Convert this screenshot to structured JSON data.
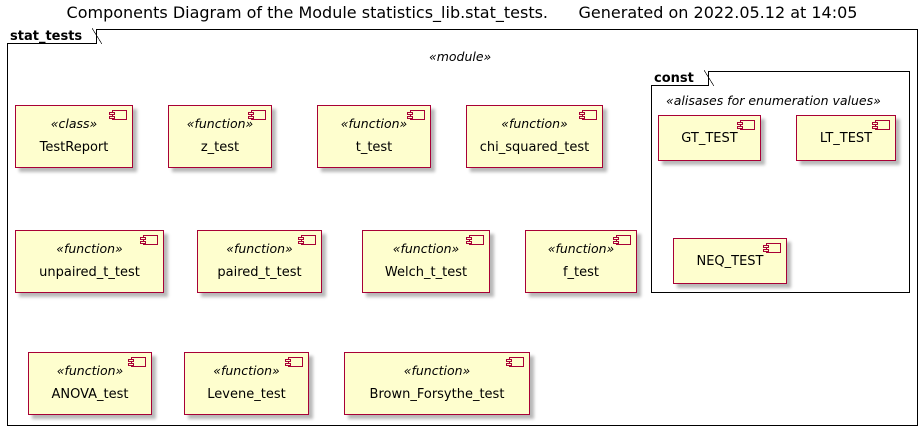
{
  "diagram": {
    "title": "Components Diagram of the Module statistics_lib.stat_tests.      Generated on 2022.05.12 at 14:05",
    "module": {
      "name": "stat_tests",
      "stereotype": "«module»",
      "components": [
        {
          "stereotype": "«class»",
          "name": "TestReport"
        },
        {
          "stereotype": "«function»",
          "name": "z_test"
        },
        {
          "stereotype": "«function»",
          "name": "t_test"
        },
        {
          "stereotype": "«function»",
          "name": "chi_squared_test"
        },
        {
          "stereotype": "«function»",
          "name": "unpaired_t_test"
        },
        {
          "stereotype": "«function»",
          "name": "paired_t_test"
        },
        {
          "stereotype": "«function»",
          "name": "Welch_t_test"
        },
        {
          "stereotype": "«function»",
          "name": "f_test"
        },
        {
          "stereotype": "«function»",
          "name": "ANOVA_test"
        },
        {
          "stereotype": "«function»",
          "name": "Levene_test"
        },
        {
          "stereotype": "«function»",
          "name": "Brown_Forsythe_test"
        }
      ]
    },
    "const_package": {
      "name": "const",
      "stereotype": "«alisases for enumeration values»",
      "components": [
        {
          "name": "GT_TEST"
        },
        {
          "name": "LT_TEST"
        },
        {
          "name": "NEQ_TEST"
        }
      ]
    },
    "component_icon": "uml-component-icon",
    "colors": {
      "component_fill": "#FEFECE",
      "component_border": "#A80036"
    }
  }
}
